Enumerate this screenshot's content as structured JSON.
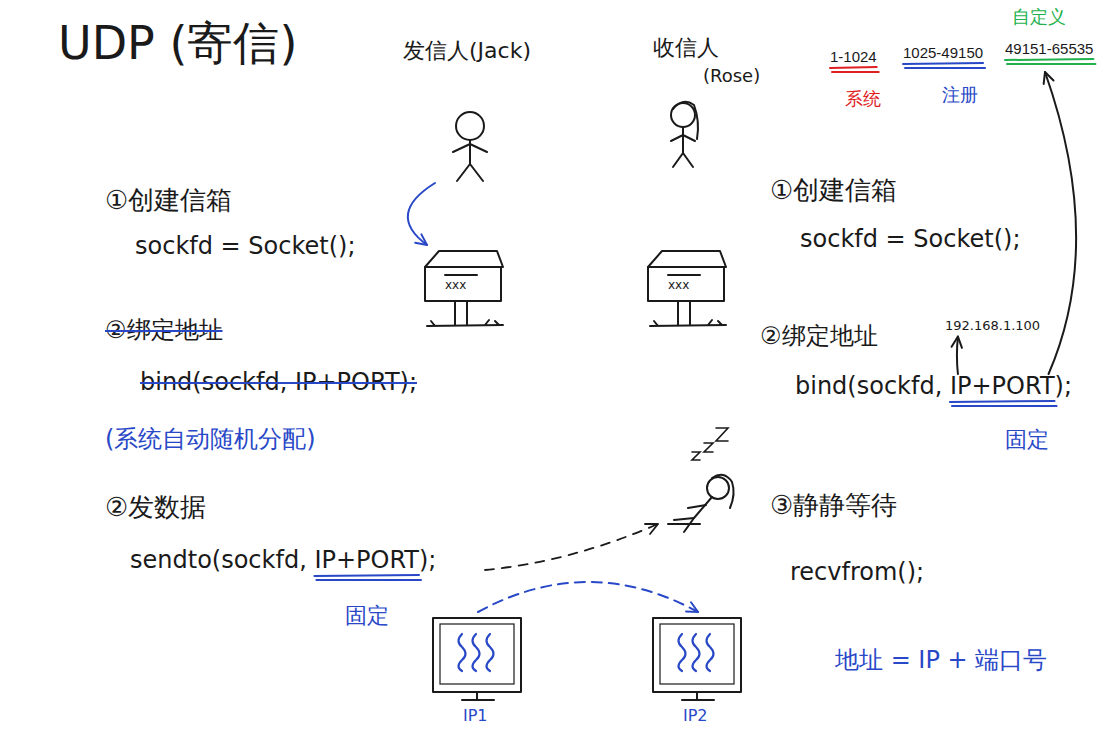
{
  "diagram": {
    "title": "UDP (寄信)",
    "nodes": [
      {
        "text": [
          "发信人(Jack)"
        ]
      },
      {
        "text": [
          "收信人",
          "(Rose)"
        ]
      },
      {
        "text": [
          "xxx"
        ]
      },
      {
        "text": [
          "xxx"
        ]
      },
      {
        "text": [
          "IP1"
        ]
      },
      {
        "text": [
          "IP2"
        ]
      }
    ],
    "edges": [
      {
        "from": 0,
        "to": 2,
        "arrow": "to"
      },
      {
        "from": 4,
        "to": 5,
        "arrow": "to"
      }
    ],
    "labels": [
      "①创建信箱",
      "sockfd = Socket();",
      "②绑定地址",
      "bind(sockfd, IP+PORT);",
      "(系统自动随机分配)",
      "②发数据",
      "sendto(sockfd, IP+PORT);",
      "固定",
      "①创建信箱",
      "sockfd = Socket();",
      "②绑定地址",
      "192.168.1.100",
      "bind(sockfd, IP+PORT);",
      "固定",
      "③静静等待",
      "recvfrom();",
      "地址 = IP + 端口号",
      "1-1024",
      "1025-49150",
      "49151-65535",
      "系统",
      "注册",
      "自定义"
    ]
  }
}
